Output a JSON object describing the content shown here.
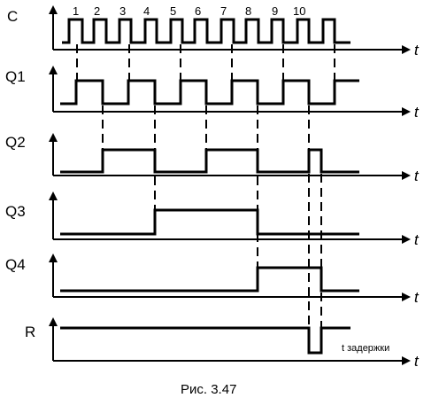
{
  "signals": [
    {
      "label": "C",
      "axis_label": "t"
    },
    {
      "label": "Q1",
      "axis_label": "t"
    },
    {
      "label": "Q2",
      "axis_label": "t"
    },
    {
      "label": "Q3",
      "axis_label": "t"
    },
    {
      "label": "Q4",
      "axis_label": "t"
    },
    {
      "label": "R",
      "axis_label": "t"
    }
  ],
  "pulse_numbers": [
    "1",
    "2",
    "3",
    "4",
    "5",
    "6",
    "7",
    "8",
    "9",
    "10"
  ],
  "delay_label": "t задержки",
  "caption": "Рис. 3.47"
}
